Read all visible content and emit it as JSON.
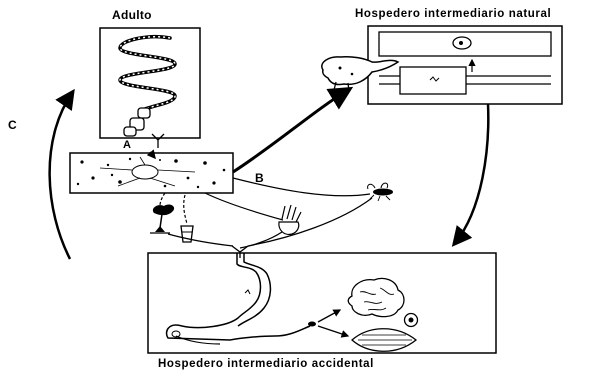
{
  "titles": {
    "adult": "Adulto",
    "natural_host": "Hospedero intermediario natural",
    "accidental_host": "Hospedero intermediario accidental"
  },
  "letters": {
    "a": "A",
    "b": "B",
    "c": "C"
  },
  "icons": [
    "tapeworm-icon",
    "feces-eggs-icon",
    "pig-icon",
    "pig-muscle-cyst-icon",
    "fly-icon",
    "hand-icon",
    "vegetable-icon",
    "water-glass-icon",
    "human-intestine-icon",
    "brain-icon",
    "eye-icon",
    "muscle-icon"
  ],
  "colors": {
    "ink": "#000000",
    "paper": "#ffffff"
  }
}
